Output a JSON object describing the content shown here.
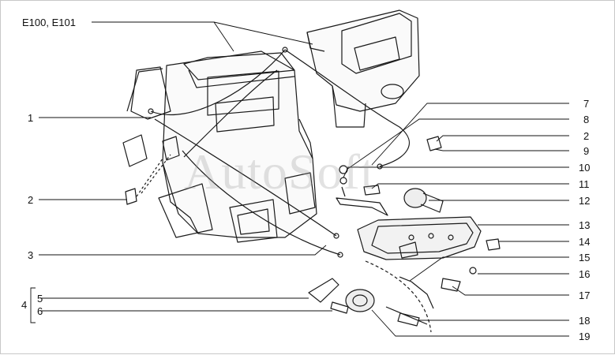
{
  "title_code": "E100, E101",
  "watermark": "AutoSoft",
  "left_callouts": [
    "1",
    "2",
    "3",
    "5",
    "6"
  ],
  "group_label": "4",
  "right_callouts": [
    "7",
    "8",
    "2",
    "9",
    "10",
    "11",
    "12",
    "13",
    "14",
    "15",
    "16",
    "17",
    "18",
    "19"
  ]
}
